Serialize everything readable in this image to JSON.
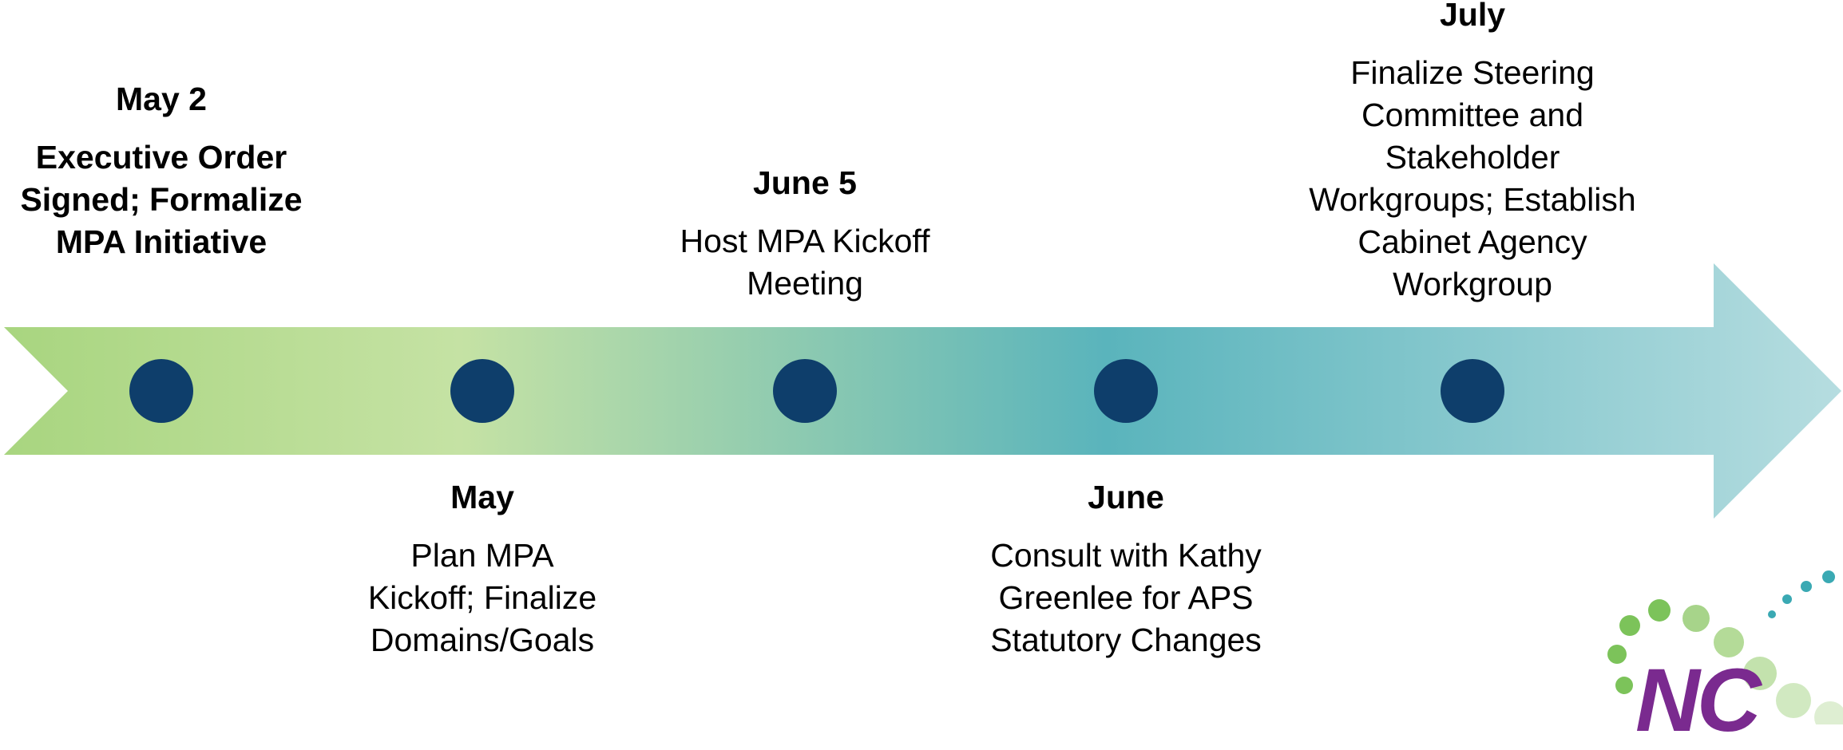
{
  "timeline": {
    "colors": {
      "start": "#a8d57f",
      "light": "#c5e2a4",
      "mid": "#5ab4bc",
      "end": "#b6dde0",
      "dot": "#0e3e6b"
    },
    "events": [
      {
        "date": "May 2",
        "text": "Executive Order Signed; Formalize MPA Initiative"
      },
      {
        "date": "May",
        "text": "Plan MPA Kickoff; Finalize Domains/Goals"
      },
      {
        "date": "June 5",
        "text": "Host MPA Kickoff Meeting"
      },
      {
        "date": "June",
        "text": "Consult with Kathy Greenlee for APS Statutory Changes"
      },
      {
        "date": "July",
        "text": "Finalize Steering Committee and Stakeholder Workgroups; Establish Cabinet Agency Workgroup"
      }
    ]
  },
  "logo": {
    "text": "NC",
    "color": "#7a2a8f"
  }
}
